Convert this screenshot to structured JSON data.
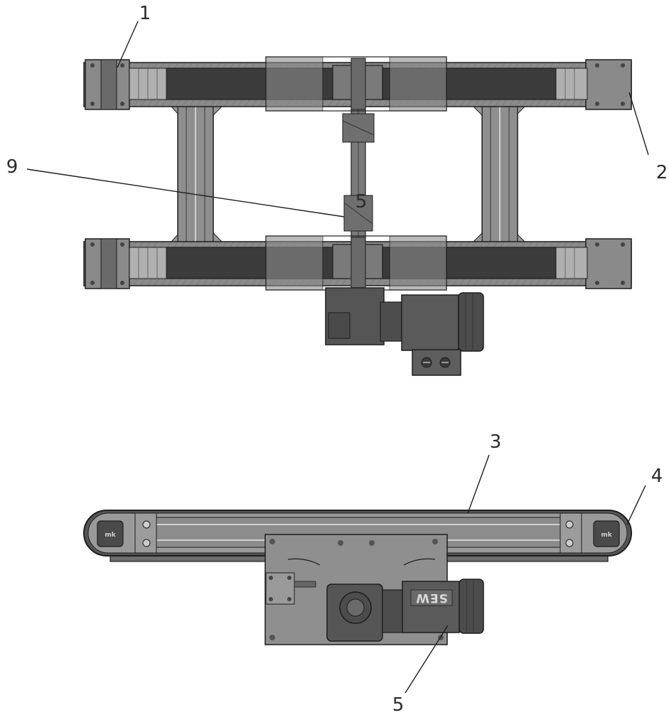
{
  "callouts": {
    "c1": "1",
    "c2": "2",
    "c9": "9",
    "c5_center": "5",
    "c3": "3",
    "c4": "4",
    "c5": "5"
  },
  "markings": {
    "logo_left": "mk",
    "logo_right": "mk",
    "motor_brand": "SEW"
  },
  "colors": {
    "belt": "#3b3b3b",
    "frame": "#7d7d7d",
    "frame_light": "#9a9a9a",
    "motor": "#5a5a5a",
    "plate": "#8c8c8c",
    "outline": "#1e1e1e"
  }
}
